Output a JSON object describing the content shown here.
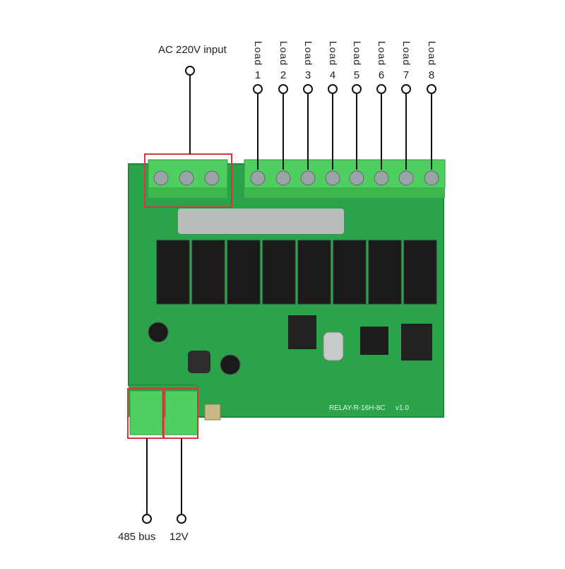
{
  "labels": {
    "ac_input": "AC 220V input",
    "bus_485": "485 bus",
    "power_12v": "12V",
    "load_word": "Load",
    "board_text": "RELAY-R-16H-8C",
    "board_version": "v1.0"
  },
  "loads": [
    "1",
    "2",
    "3",
    "4",
    "5",
    "6",
    "7",
    "8"
  ],
  "colors": {
    "pcb": "#2aa34a",
    "terminal": "#4fcf5f",
    "highlight": "#d23a3a",
    "relay": "#1a1a1a",
    "leader": "#111111"
  }
}
